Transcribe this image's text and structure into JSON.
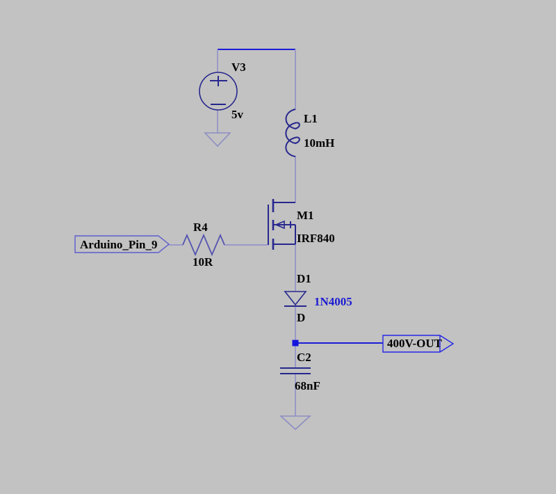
{
  "colors": {
    "background": "#c2c2c2",
    "wire": "#9a9ac8",
    "wire_highlight": "#1c1cd8",
    "symbol": "#27278e",
    "resistor": "#5353b0",
    "ground": "#8d8dc4",
    "junction": "#1414dd",
    "input_flag_outline": "#5c5ccf",
    "output_flag_outline": "#2525e8",
    "value_blue": "#1a1ad2",
    "label_black": "#000000"
  },
  "components": {
    "v3": {
      "ref": "V3",
      "value": "5v"
    },
    "l1": {
      "ref": "L1",
      "value": "10mH"
    },
    "m1": {
      "ref": "M1",
      "value": "IRF840"
    },
    "r4": {
      "ref": "R4",
      "value": "10R"
    },
    "d1": {
      "ref": "D1",
      "value": "1N4005",
      "pin_label": "D"
    },
    "c2": {
      "ref": "C2",
      "value": "68nF"
    }
  },
  "ports": {
    "input_label": "Arduino_Pin_9",
    "output_label": "400V-OUT"
  }
}
